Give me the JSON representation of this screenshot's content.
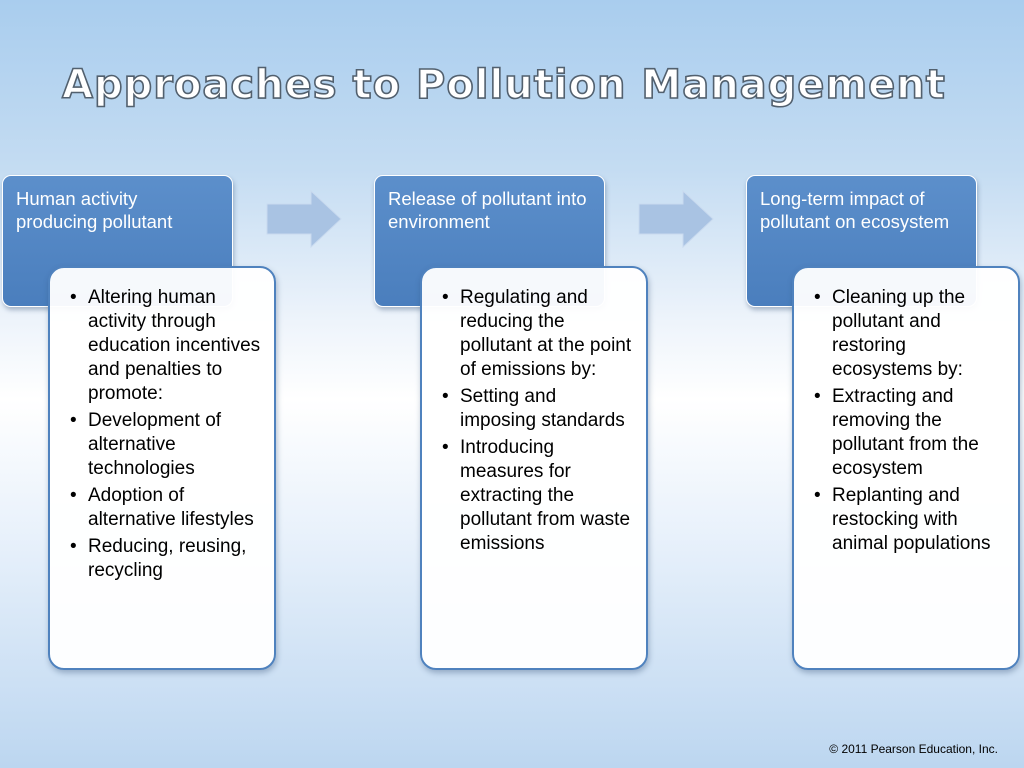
{
  "title": "Approaches to Pollution Management",
  "stages": [
    {
      "header": "Human activity producing pollutant",
      "items": [
        "Altering human activity through education incentives and penalties to promote:",
        "Development of alternative technologies",
        "Adoption of alternative lifestyles",
        "Reducing, reusing, recycling"
      ]
    },
    {
      "header": "Release of pollutant into environment",
      "items": [
        "Regulating and reducing  the pollutant at the point of emissions by:",
        "Setting and imposing standards",
        "Introducing measures for extracting the pollutant from waste emissions"
      ]
    },
    {
      "header": "Long-term impact of pollutant on ecosystem",
      "items": [
        "Cleaning up the pollutant and restoring ecosystems by:",
        "Extracting and removing the pollutant from the ecosystem",
        "Replanting and restocking with animal populations"
      ]
    }
  ],
  "bullet_char": "•",
  "copyright": "© 2011 Pearson Education, Inc.",
  "colors": {
    "header_fill": "#4a7ebd",
    "body_border": "#4f82be",
    "arrow_fill": "#a9c3e3",
    "title_outline": "#52606e"
  },
  "icons": {
    "flow_arrow": "right-block-arrow-icon"
  }
}
